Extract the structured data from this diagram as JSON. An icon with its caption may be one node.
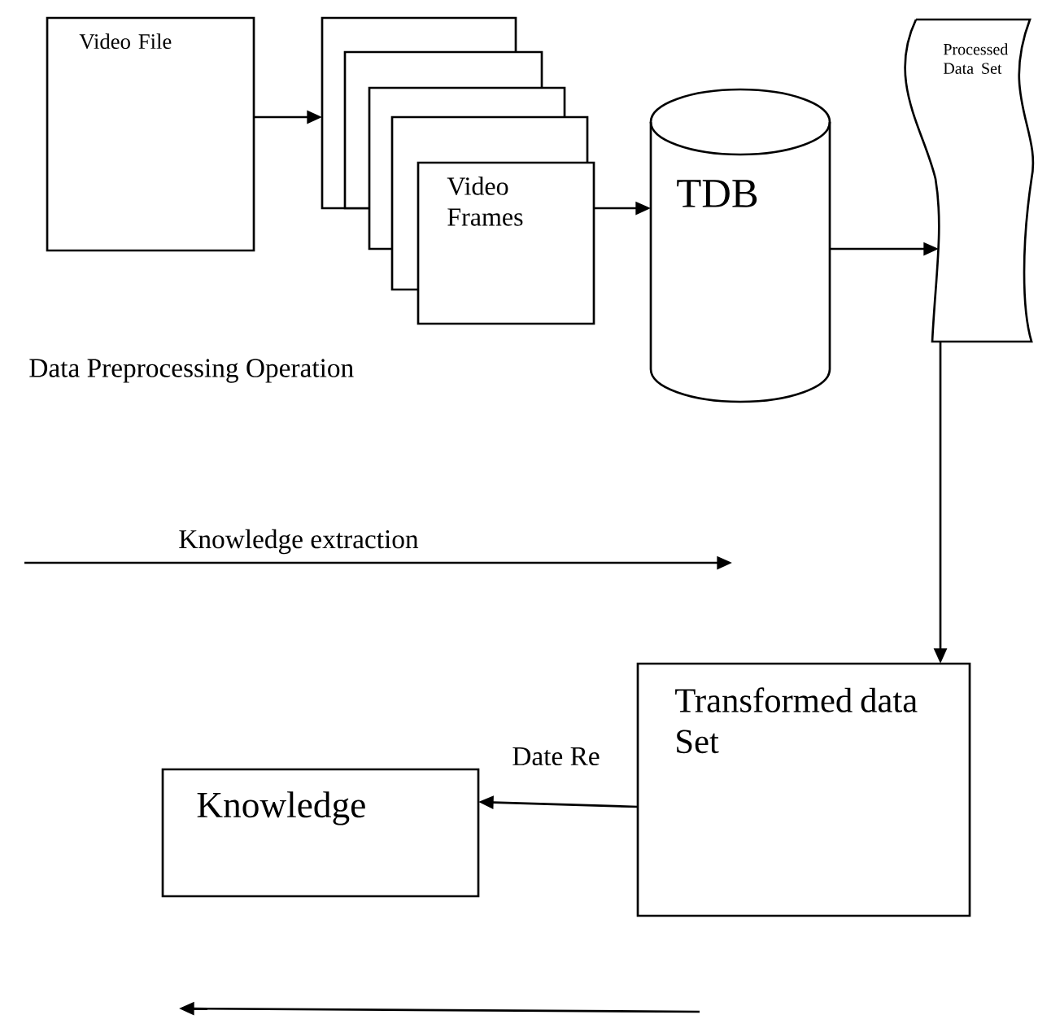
{
  "diagram": {
    "nodes": [
      {
        "text": [
          "Video File"
        ]
      },
      {
        "text": [
          "Video Frames"
        ]
      },
      {
        "text": [
          "TDB"
        ]
      },
      {
        "text": [
          "Processed Data Set"
        ]
      },
      {
        "text": [
          "Transformed data Set"
        ]
      },
      {
        "text": [
          "Knowledge"
        ]
      }
    ],
    "edges": [
      {
        "from": 0,
        "to": 1,
        "arrow": "to"
      },
      {
        "from": 1,
        "to": 2,
        "arrow": "to"
      },
      {
        "from": 2,
        "to": 3,
        "arrow": "to"
      },
      {
        "from": 3,
        "to": 4,
        "arrow": "to"
      },
      {
        "from": 4,
        "to": 5,
        "arrow": "to"
      }
    ],
    "labels": [
      "Data Preprocessing Operation",
      "Knowledge extraction",
      "Date Re"
    ]
  }
}
